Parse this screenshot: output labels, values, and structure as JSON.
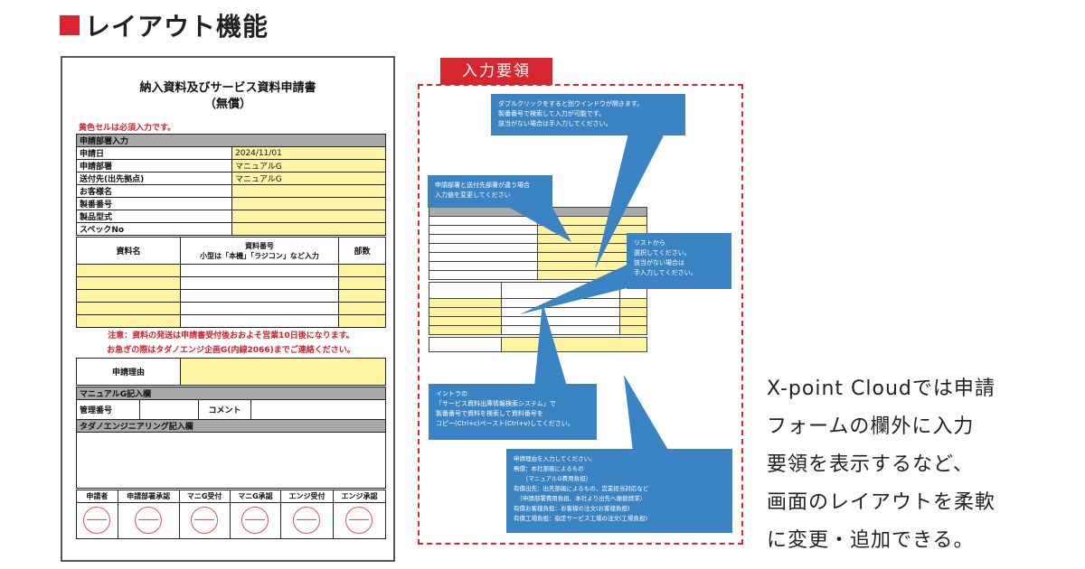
{
  "header": {
    "title": "レイアウト機能",
    "accent": "#d7262f"
  },
  "form": {
    "title_line1": "納入資料及びサービス資料申請書",
    "title_line2": "（無償）",
    "required_note": "黄色セルは必須入力です。",
    "section_applicant": "申請部署入力",
    "rows": [
      {
        "label": "申請日",
        "value": "2024/11/01"
      },
      {
        "label": "申請部署",
        "value": "マニュアルG"
      },
      {
        "label": "送付先(出先拠点)",
        "value": "マニュアルG"
      },
      {
        "label": "お客様名",
        "value": ""
      },
      {
        "label": "製番番号",
        "value": ""
      },
      {
        "label": "製品型式",
        "value": ""
      },
      {
        "label": "スペックNo",
        "value": ""
      }
    ],
    "items_header": {
      "name": "資料名",
      "number": "資料番号",
      "number_hint": "小型は「本機」「ラジコン」など入力",
      "count": "部数"
    },
    "notice_line1": "注意：資料の発送は申請書受付後おおよそ営業10日後になります。",
    "notice_line2": "お急ぎの際はタダノエンジ企画G(内線2066)までご連絡ください。",
    "reason_label": "申請理由",
    "section_manual": "マニュアルG記入欄",
    "mgmt_no_label": "管理番号",
    "comment_label": "コメント",
    "section_eng": "タダノエンジニアリング記入欄",
    "approvers": [
      "申請者",
      "申請部署承認",
      "マニG受付",
      "マニG承認",
      "エンジ受付",
      "エンジ承認"
    ]
  },
  "guide": {
    "label": "入力要領",
    "callouts": [
      "ダブルクリックをすると別ウインドウが開きます。\n製番番号で検索して入力が可能です。\n該当がない場合は手入力してください。",
      "申請部署と送付先部署が違う場合\n入力値を変更してください",
      "リストから\n選択してください。\n該当がない場合は\n手入力してください。",
      "イントラの\n「サービス資料出庫情報検索システム」で\n製番番号で資料を検索して資料番号を\nコピー(Ctrl+c)ペースト(Ctrl+v)してください。",
      "申請理由を入力してください。\n無償：本社部級によるもの\n　　（マニュアルG費用負担）\n有償出先：出先部級によるもの、営業担当対応など\n　（申請部署費用負担、本社より出先へ振替請求）\n有償お客様負担：お客様の注文(お客様負担)\n有償工場負担：指定サービス工場の注文(工場負担)"
    ]
  },
  "description": {
    "lines": [
      "X-point Cloudでは申請",
      "フォームの欄外に入力",
      "要領を表示するなど、",
      "画面のレイアウトを柔軟",
      "に変更・追加できる。"
    ]
  },
  "colors": {
    "callout": "#3b84c4",
    "highlight": "#fff4a3",
    "alert": "#d4202a"
  }
}
